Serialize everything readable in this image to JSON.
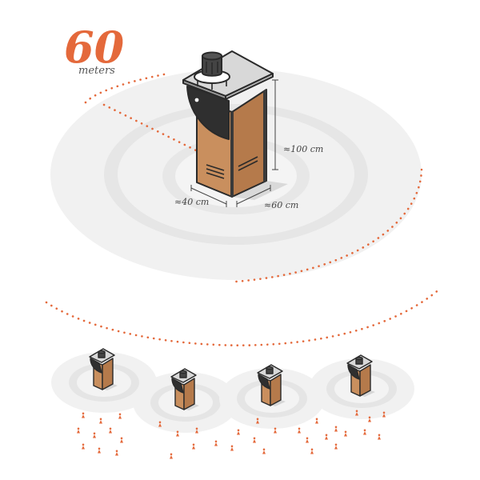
{
  "range": {
    "value": "60",
    "unit": "meters"
  },
  "dimensions": {
    "height": "≈100 cm",
    "width": "≈40 cm",
    "depth": "≈60 cm"
  },
  "colors": {
    "accent": "#e4693b",
    "cabinet_wood": "#c98f5e",
    "cabinet_wood_dark": "#a56f43",
    "outline": "#2a2a2a",
    "halo": "#efefef",
    "halo_inner": "#e2e2e2"
  },
  "icons": {
    "sensor": "sensor-cabinet-icon",
    "person": "person-marker-icon"
  }
}
